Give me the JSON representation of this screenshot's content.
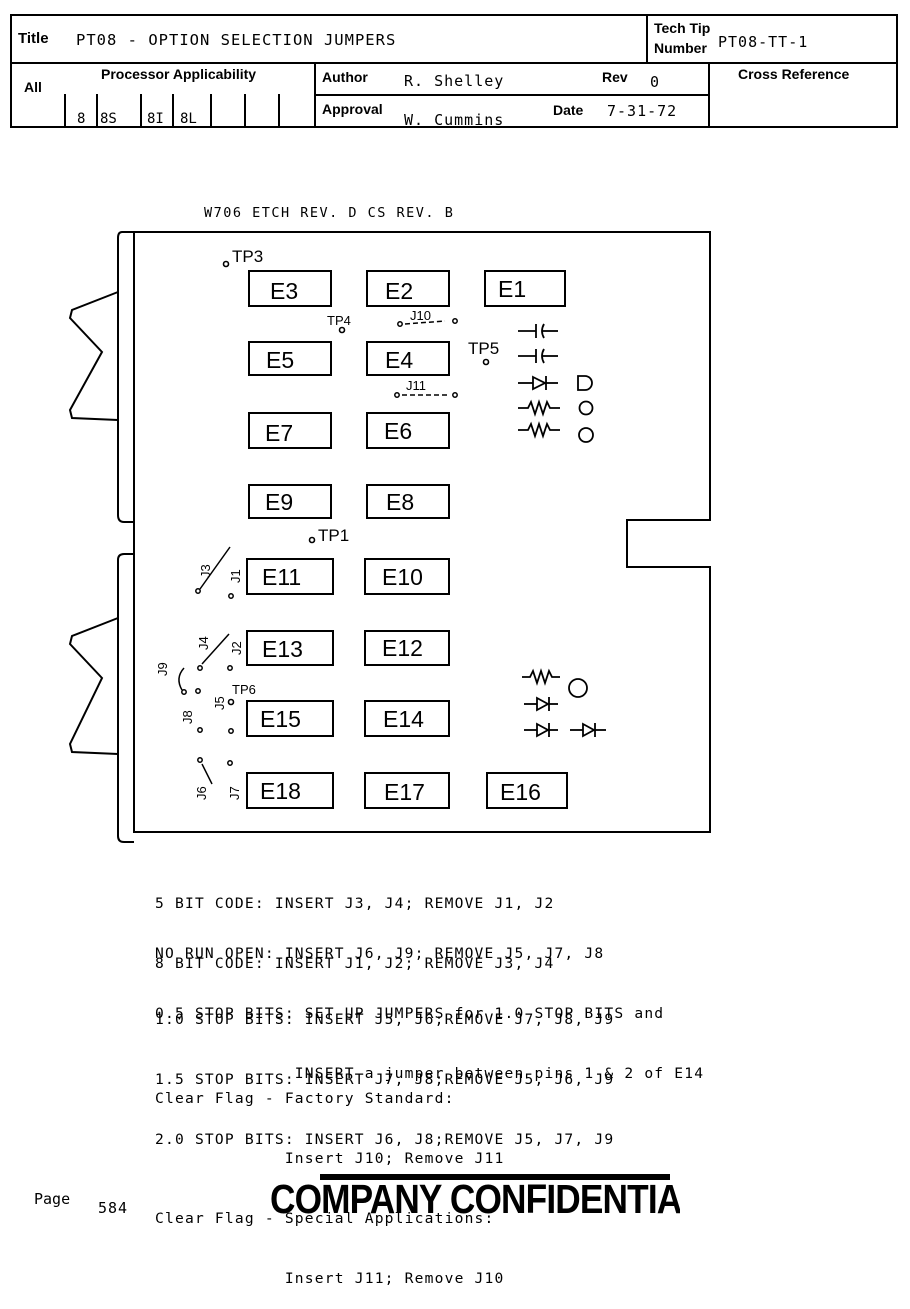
{
  "header": {
    "title_label": "Title",
    "title_value": "PT08 - OPTION SELECTION JUMPERS",
    "tech_tip_label_1": "Tech Tip",
    "tech_tip_label_2": "Number",
    "tech_tip_value": "PT08-TT-1",
    "all_label": "All",
    "processor_label": "Processor Applicability",
    "processors": [
      "8",
      "8S",
      "8I",
      "8L"
    ],
    "author_label": "Author",
    "author_value": "R. Shelley",
    "rev_label": "Rev",
    "rev_value": "0",
    "approval_label": "Approval",
    "approval_value": "W. Cummins",
    "date_label": "Date",
    "date_value": "7-31-72",
    "cross_ref_label": "Cross Reference"
  },
  "board": {
    "etch_label": "W706 ETCH REV. D CS REV. B",
    "chips": [
      "E1",
      "E2",
      "E3",
      "E4",
      "E5",
      "E6",
      "E7",
      "E8",
      "E9",
      "E10",
      "E11",
      "E12",
      "E13",
      "E14",
      "E15",
      "E16",
      "E17",
      "E18"
    ],
    "test_points": [
      "TP1",
      "TP3",
      "TP4",
      "TP5",
      "TP6"
    ],
    "jumpers": [
      "J1",
      "J2",
      "J3",
      "J4",
      "J5",
      "J6",
      "J7",
      "J8",
      "J9",
      "J10",
      "J11"
    ]
  },
  "notes": {
    "code_lines": [
      "5 BIT CODE: INSERT J3, J4; REMOVE J1, J2",
      "8 BIT CODE: INSERT J1, J2; REMOVE J3, J4"
    ],
    "stop_lines": [
      "NO RUN OPEN: INSERT J6, J9; REMOVE J5, J7, J8",
      "0.5 STOP BITS: SET UP JUMPERS for 1.0 STOP BITS and",
      "              INSERT a jumper between pins 1 & 2 of E14"
    ],
    "bits_lines": [
      "1.0 STOP BITS: INSERT J5, J6;REMOVE J7, J8, J9",
      "1.5 STOP BITS: INSERT J7, J8;REMOVE J5, J6, J9",
      "2.0 STOP BITS: INSERT J6, J8;REMOVE J5, J7, J9"
    ],
    "flag_lines": [
      "Clear Flag - Factory Standard:",
      "             Insert J10; Remove J11",
      "Clear Flag - Special Applications:",
      "             Insert J11; Remove J10"
    ]
  },
  "footer": {
    "page_label": "Page",
    "page_number": "584",
    "confidential": "COMPANY CONFIDENTIAL"
  }
}
